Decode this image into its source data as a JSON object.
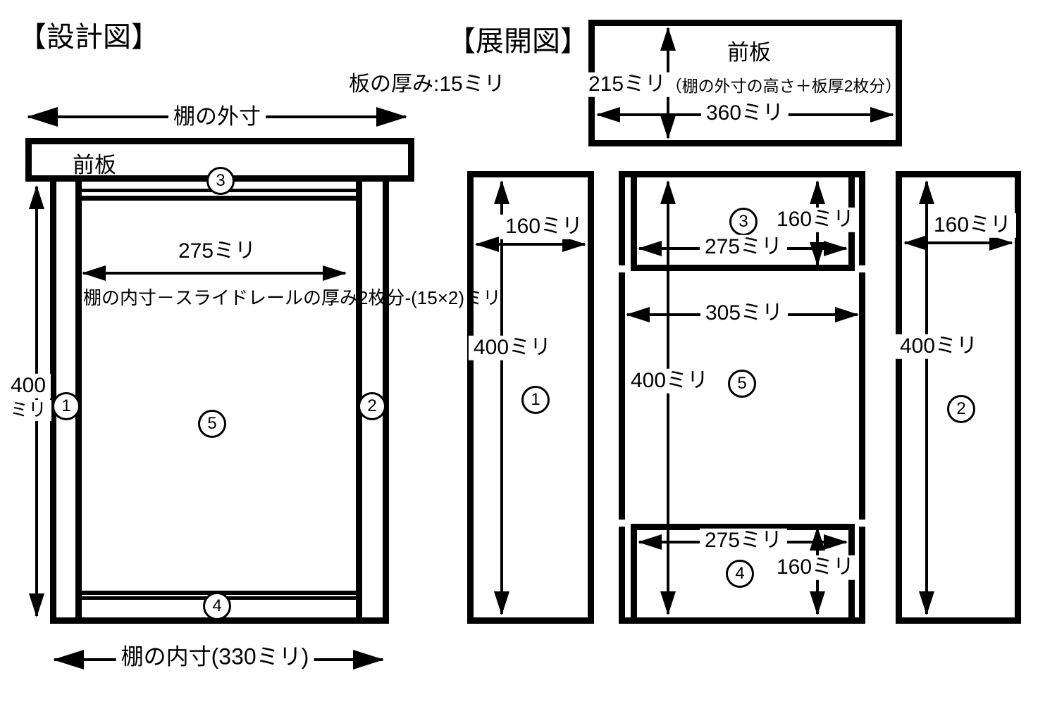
{
  "design_view": {
    "title": "【設計図】",
    "thickness_note": "板の厚み:15ミリ",
    "outer_width": "棚の外寸",
    "front_board": "前板",
    "drawer_width": "275ミリ",
    "drawer_width_note": "棚の内寸－スライドレールの厚み2枚分-(15×2)ミリ",
    "height_value": "400",
    "height_unit": "ミリ",
    "inner_width": "棚の内寸(330ミリ)",
    "part1": "1",
    "part2": "2",
    "part3": "3",
    "part4": "4",
    "part5": "5"
  },
  "exploded_view": {
    "title": "【展開図】",
    "front_board": {
      "name": "前板",
      "note": "（棚の外寸の高さ＋板厚2枚分）",
      "height": "215ミリ",
      "width": "360ミリ"
    },
    "side_panel_left": {
      "width": "160ミリ",
      "height": "400ミリ",
      "number": "1"
    },
    "side_panel_right": {
      "width": "160ミリ",
      "height": "400ミリ",
      "number": "2"
    },
    "center_assembly": {
      "top_board": {
        "number": "3",
        "width": "275ミリ",
        "height": "160ミリ"
      },
      "back_board": {
        "number": "5",
        "width": "305ミリ",
        "height": "400ミリ"
      },
      "bottom_board": {
        "number": "4",
        "width": "275ミリ",
        "height": "160ミリ"
      }
    }
  }
}
